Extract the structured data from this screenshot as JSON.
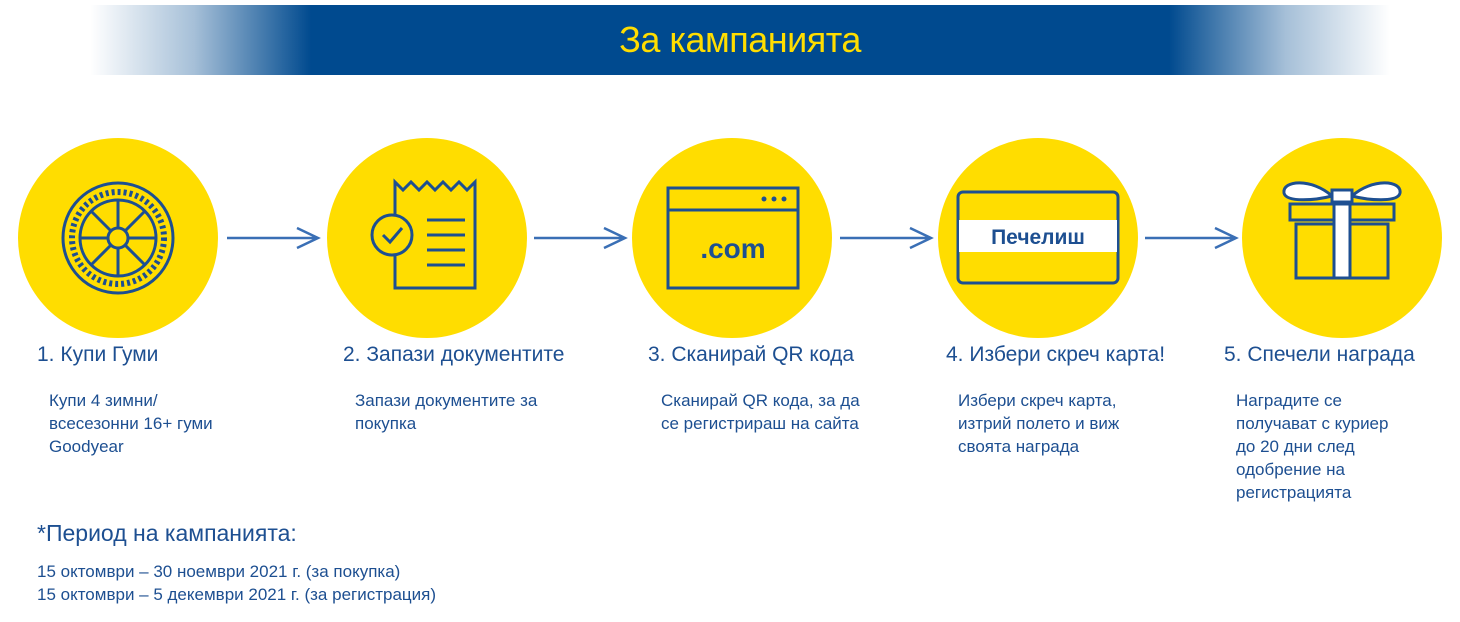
{
  "banner": {
    "title": "За кампанията"
  },
  "steps": [
    {
      "title": "1. Купи Гуми",
      "description": "Купи 4 зимни/\nвсесезонни 16+ гуми\nGoodyear",
      "icon": "tire-icon"
    },
    {
      "title": "2. Запази документите",
      "description": "Запази документите за\nпокупка",
      "icon": "receipt-icon"
    },
    {
      "title": "3. Сканирай QR кода",
      "description": "Сканирай QR кода, за да\nсе регистрираш на сайта",
      "icon": "browser-icon",
      "icon_text": ".com"
    },
    {
      "title": "4. Избери скреч карта!",
      "description": "Избери скреч карта,\nизтрий полето и виж\nсвоята награда",
      "icon": "scratch-card-icon",
      "icon_text": "Печелиш"
    },
    {
      "title": "5. Спечели награда",
      "description": "Наградите се\nполучават с куриер\nдо 20 дни след\nодобрение на\nрегистрацията",
      "icon": "gift-icon"
    }
  ],
  "period": {
    "title": "*Период на кампанията:",
    "lines": [
      "15 октомври – 30 ноември 2021 г. (за покупка)",
      "15 октомври – 5 декември 2021 г. (за регистрация)"
    ]
  },
  "colors": {
    "blue": "#004a8f",
    "yellow": "#ffdd00",
    "text": "#1d4f91"
  }
}
